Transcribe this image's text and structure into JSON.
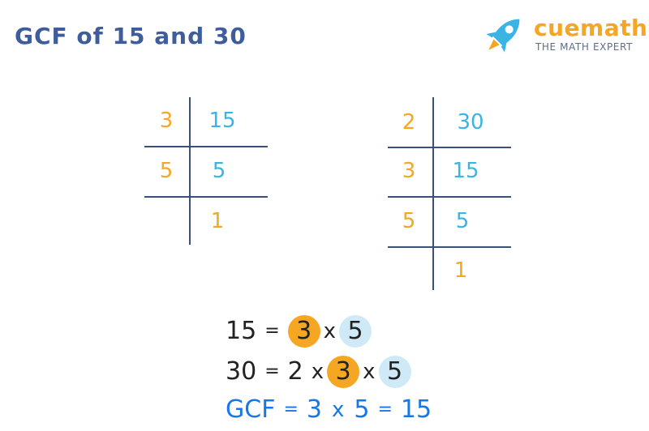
{
  "title": "GCF of 15 and 30",
  "logo": {
    "brand": "cuemath",
    "tagline": "THE MATH EXPERT",
    "icon": "rocket-icon"
  },
  "ladder_15": {
    "rows": [
      {
        "divisor": "3",
        "value": "15"
      },
      {
        "divisor": "5",
        "value": "5"
      },
      {
        "divisor": "",
        "value": "1"
      }
    ]
  },
  "ladder_30": {
    "rows": [
      {
        "divisor": "2",
        "value": "30"
      },
      {
        "divisor": "3",
        "value": "15"
      },
      {
        "divisor": "5",
        "value": "5"
      },
      {
        "divisor": "",
        "value": "1"
      }
    ]
  },
  "equations": {
    "eq1": {
      "lhs": "15",
      "eq": "=",
      "f1": "3",
      "x1": "x",
      "f2": "5"
    },
    "eq2": {
      "lhs": "30",
      "eq": "=",
      "f1": "2",
      "x1": "x",
      "f2": "3",
      "x2": "x",
      "f3": "5"
    },
    "gcf": {
      "label": "GCF",
      "eq": "=",
      "f1": "3",
      "x1": "x",
      "f2": "5",
      "eq2": "=",
      "result": "15"
    }
  },
  "colors": {
    "title": "#3f5d9a",
    "orange": "#f5a623",
    "blue": "#39b4e4",
    "gcf": "#1877e6"
  }
}
